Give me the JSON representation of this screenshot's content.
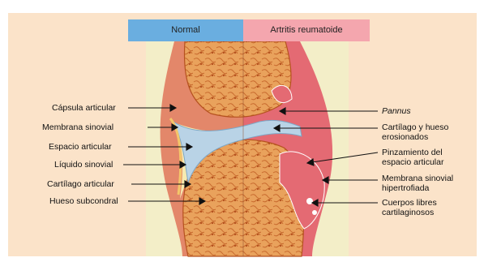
{
  "headers": {
    "normal": {
      "text": "Normal",
      "color": "#6aaee0"
    },
    "ra": {
      "text": "Artritis reumatoide",
      "color": "#f4a6ae"
    }
  },
  "labels_left": [
    "Cápsula articular",
    "Membrana sinovial",
    "Espacio articular",
    "Líquido sinovial",
    "Cartílago articular",
    "Hueso subcondral"
  ],
  "labels_right": [
    "Pannus",
    "Cartílago y hueso erosionados",
    "Pinzamiento del espacio articular",
    "Membrana sinovial hipertrofiada",
    "Cuerpos libres cartilaginosos"
  ],
  "colors": {
    "panel_bg": "#fbe3c9",
    "bone": "#e9a25c",
    "capsule": "#e3876a",
    "cartilage": "#b9d3e6",
    "synovial_fluid": "#f6eab0",
    "inflamed": "#e46a73",
    "joint_glow": "#f1f0c8"
  }
}
